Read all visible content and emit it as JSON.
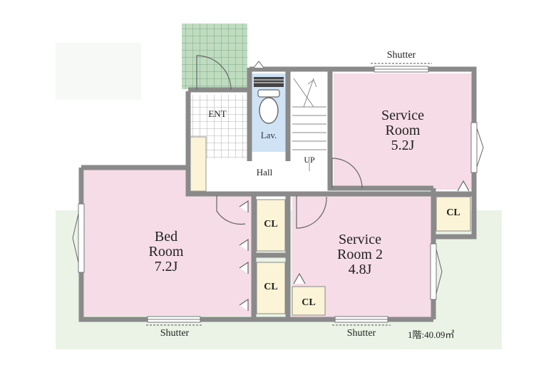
{
  "rooms": {
    "service_room": {
      "line1": "Service",
      "line2": "Room",
      "size": "5.2J"
    },
    "service_room_2": {
      "line1": "Service",
      "line2": "Room 2",
      "size": "4.8J"
    },
    "bed_room": {
      "line1": "Bed",
      "line2": "Room",
      "size": "7.2J"
    },
    "entrance": "ENT",
    "lavatory": "Lav.",
    "hall": "Hall",
    "stairs_up": "UP"
  },
  "closets": {
    "cl_upper": "CL",
    "cl_lower": "CL",
    "cl_small": "CL",
    "cl_right": "CL"
  },
  "shutters": {
    "top": "Shutter",
    "bottom_left": "Shutter",
    "bottom_right": "Shutter"
  },
  "area_label": "1階:40.09㎡",
  "colors": {
    "wall": "#8a8a8a",
    "room_pink": "#f5dce6",
    "closet_yellow": "#fbf4d6",
    "lav_blue": "#cfe3f5",
    "garden_green": "#eaf3e6",
    "tile_green": "#bfdcc1"
  }
}
